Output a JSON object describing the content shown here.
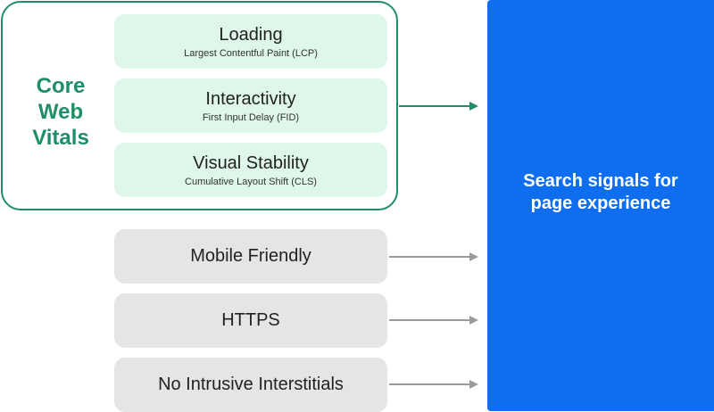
{
  "core_web_vitals": {
    "title": "Core Web Vitals",
    "metrics": [
      {
        "name": "Loading",
        "detail": "Largest Contentful Paint (LCP)"
      },
      {
        "name": "Interactivity",
        "detail": "First Input Delay (FID)"
      },
      {
        "name": "Visual Stability",
        "detail": "Cumulative Layout Shift (CLS)"
      }
    ]
  },
  "other_signals": [
    "Mobile Friendly",
    "HTTPS",
    "No Intrusive Interstitials"
  ],
  "outcome": {
    "label": "Search signals for page experience"
  },
  "colors": {
    "cwv_green": "#1e8e64",
    "metric_fill": "#dff6ea",
    "signal_fill": "#e5e5e6",
    "outcome_blue": "#0f6ef0",
    "arrow_gray": "#9a9a9a"
  }
}
